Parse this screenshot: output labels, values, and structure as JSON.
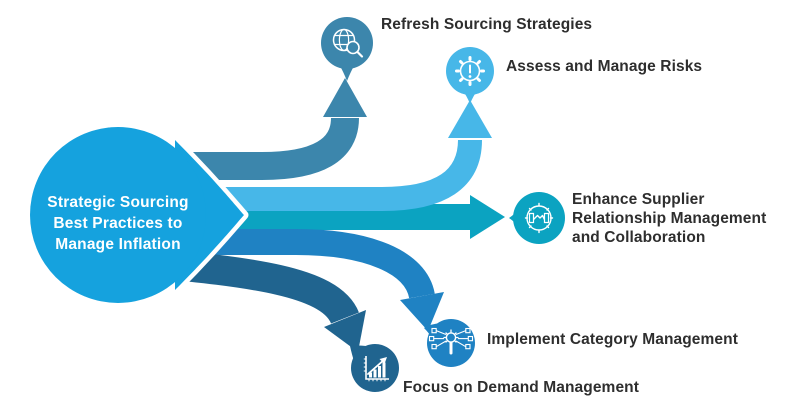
{
  "diagram": {
    "title_hint": "Strategic sourcing best practices fan-out diagram",
    "center": {
      "lines": [
        "Strategic Sourcing",
        "Best Practices to",
        "Manage Inflation"
      ],
      "color": "#15A2DE"
    },
    "label_color": "#2E2E2E",
    "items": [
      {
        "label": "Refresh Sourcing Strategies",
        "color": "#3C86AC",
        "icon": "globe-search-icon"
      },
      {
        "label": "Assess and Manage Risks",
        "color": "#47B7E8",
        "icon": "risk-gear-icon"
      },
      {
        "label": "Enhance Supplier Relationship Management and Collaboration",
        "color": "#0BA3C1",
        "icon": "handshake-gear-icon"
      },
      {
        "label": "Implement Category Management",
        "color": "#1F82C3",
        "icon": "category-network-icon"
      },
      {
        "label": "Focus on Demand Management",
        "color": "#20648F",
        "icon": "growth-chart-icon"
      }
    ]
  }
}
